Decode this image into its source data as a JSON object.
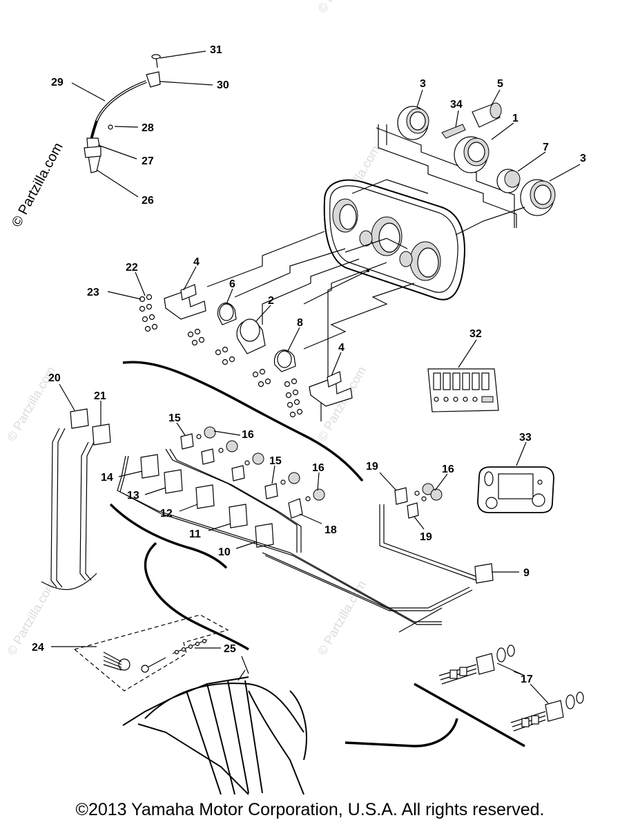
{
  "diagram": {
    "callouts": [
      {
        "id": "c31",
        "label": "31"
      },
      {
        "id": "c30",
        "label": "30"
      },
      {
        "id": "c29",
        "label": "29"
      },
      {
        "id": "c28",
        "label": "28"
      },
      {
        "id": "c27",
        "label": "27"
      },
      {
        "id": "c26",
        "label": "26"
      },
      {
        "id": "c3a",
        "label": "3"
      },
      {
        "id": "c5",
        "label": "5"
      },
      {
        "id": "c34",
        "label": "34"
      },
      {
        "id": "c1",
        "label": "1"
      },
      {
        "id": "c7",
        "label": "7"
      },
      {
        "id": "c3b",
        "label": "3"
      },
      {
        "id": "c22",
        "label": "22"
      },
      {
        "id": "c4a",
        "label": "4"
      },
      {
        "id": "c23",
        "label": "23"
      },
      {
        "id": "c6",
        "label": "6"
      },
      {
        "id": "c2",
        "label": "2"
      },
      {
        "id": "c8",
        "label": "8"
      },
      {
        "id": "c4b",
        "label": "4"
      },
      {
        "id": "c32",
        "label": "32"
      },
      {
        "id": "c20",
        "label": "20"
      },
      {
        "id": "c21",
        "label": "21"
      },
      {
        "id": "c15a",
        "label": "15"
      },
      {
        "id": "c16a",
        "label": "16"
      },
      {
        "id": "c33",
        "label": "33"
      },
      {
        "id": "c15b",
        "label": "15"
      },
      {
        "id": "c16b",
        "label": "16"
      },
      {
        "id": "c14",
        "label": "14"
      },
      {
        "id": "c19a",
        "label": "19"
      },
      {
        "id": "c16c",
        "label": "16"
      },
      {
        "id": "c13",
        "label": "13"
      },
      {
        "id": "c12",
        "label": "12"
      },
      {
        "id": "c18",
        "label": "18"
      },
      {
        "id": "c19b",
        "label": "19"
      },
      {
        "id": "c11",
        "label": "11"
      },
      {
        "id": "c10",
        "label": "10"
      },
      {
        "id": "c9",
        "label": "9"
      },
      {
        "id": "c24",
        "label": "24"
      },
      {
        "id": "c25",
        "label": "25"
      },
      {
        "id": "c17",
        "label": "17"
      }
    ],
    "watermark": "© Partzilla.com",
    "copyright": "©2013 Yamaha Motor Corporation, U.S.A. All rights reserved."
  }
}
